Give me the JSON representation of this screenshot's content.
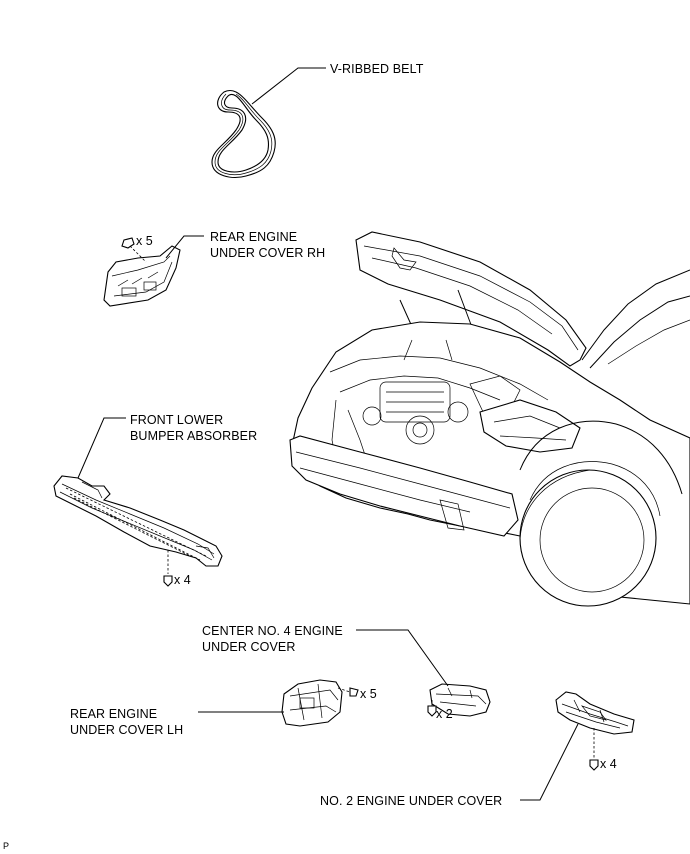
{
  "labels": {
    "v_ribbed_belt": "V-RIBBED BELT",
    "rear_rh_1": "REAR ENGINE",
    "rear_rh_2": "UNDER COVER RH",
    "bumper_1": "FRONT LOWER",
    "bumper_2": "BUMPER ABSORBER",
    "center_1": "CENTER NO. 4 ENGINE",
    "center_2": "UNDER COVER",
    "rear_lh_1": "REAR ENGINE",
    "rear_lh_2": "UNDER COVER LH",
    "no2": "NO. 2 ENGINE UNDER COVER"
  },
  "quantities": {
    "rear_rh": "x 5",
    "bumper": "x 4",
    "center": "x 2",
    "rear_lh": "x 5",
    "no2": "x 4"
  },
  "corner_mark": "P"
}
